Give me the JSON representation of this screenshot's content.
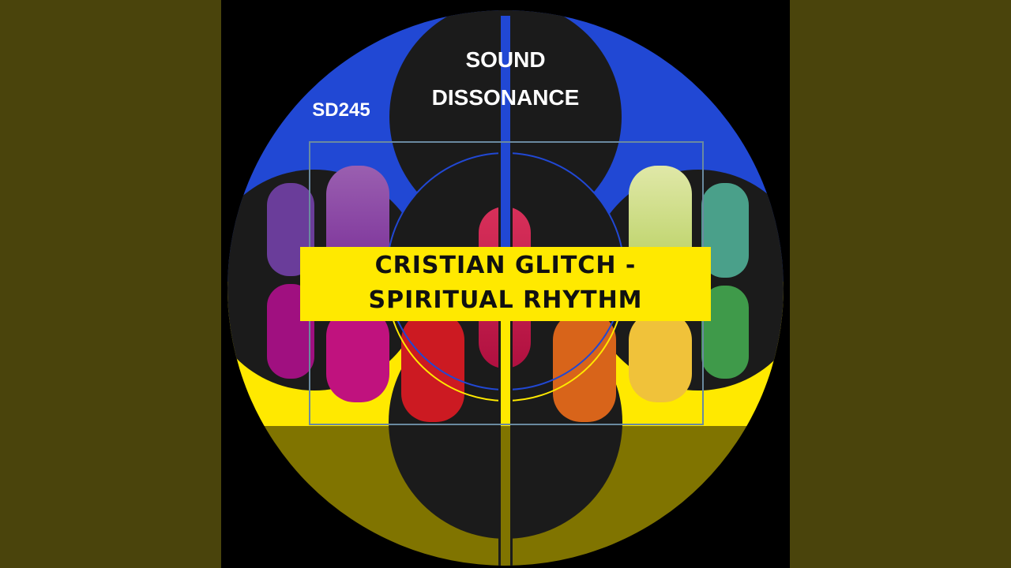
{
  "cover": {
    "label_line1": "SOUND",
    "label_line2": "DISSONANCE",
    "catalog_number": "SD245",
    "title_line1": "CRISTIAN GLITCH -",
    "title_line2": "SPIRITUAL RHYTHM"
  },
  "colors": {
    "side_panel": "#4a440c",
    "background": "#000000",
    "blue": "#2148d4",
    "yellow": "#ffe900",
    "olive": "#807400",
    "dark_disc": "#1b1b1b",
    "banner": "#ffe900",
    "bar_purple": "#8c3fa0",
    "bar_magenta": "#c0127e",
    "bar_red": "#d01628",
    "bar_crimson": "#d12048",
    "bar_orange": "#d8641a",
    "bar_lime": "#d6e090",
    "bar_gold": "#f0c23a",
    "bar_teal": "#4aa08a",
    "bar_green": "#3f9a4a"
  }
}
